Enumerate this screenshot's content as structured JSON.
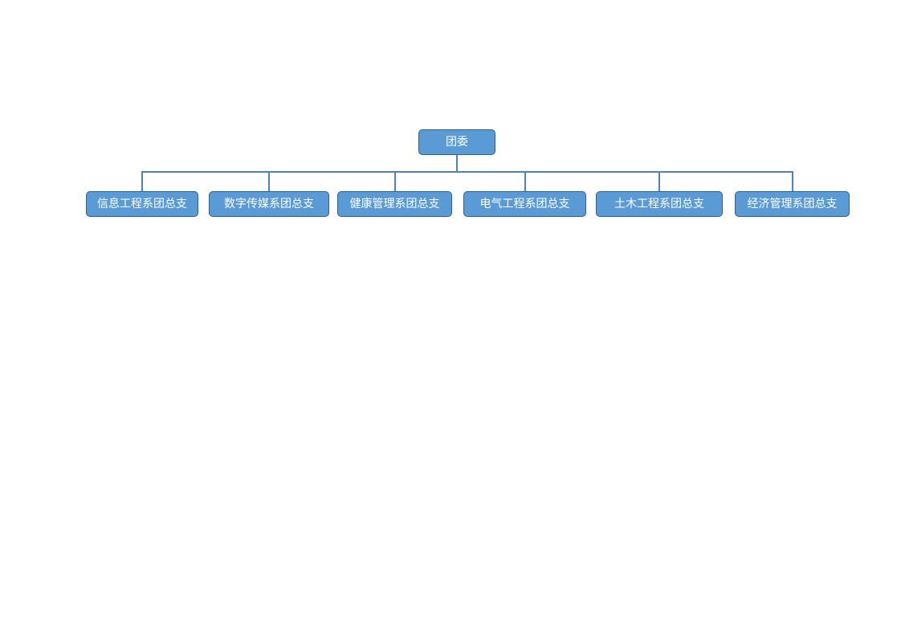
{
  "colors": {
    "node_fill": "#5b9bd5",
    "node_border": "#2e5f95",
    "connector": "#4f81bd",
    "text": "#ffffff"
  },
  "root": {
    "label": "团委"
  },
  "children": [
    {
      "label": "信息工程系团总支"
    },
    {
      "label": "数字传媒系团总支"
    },
    {
      "label": "健康管理系团总支"
    },
    {
      "label": "电气工程系团总支"
    },
    {
      "label": "土木工程系团总支"
    },
    {
      "label": "经济管理系团总支"
    }
  ]
}
